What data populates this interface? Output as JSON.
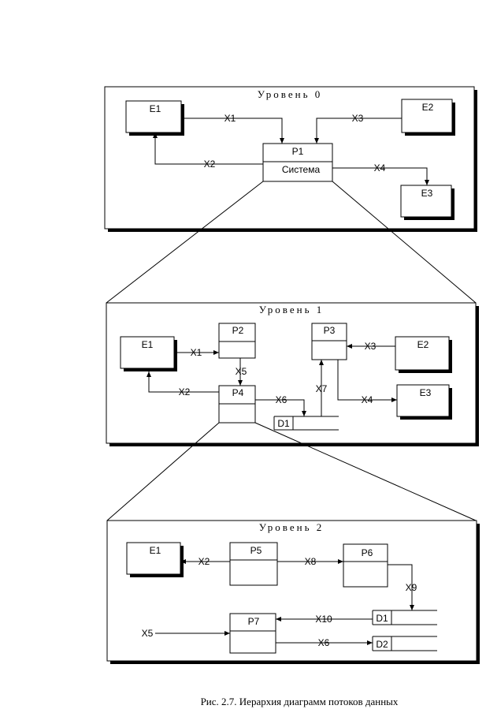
{
  "levels": {
    "l0": {
      "title": "Уровень 0",
      "entities": {
        "e1": "E1",
        "e2": "E2",
        "e3": "E3"
      },
      "process": {
        "id": "P1",
        "name": "Система"
      },
      "flows": {
        "x1": "X1",
        "x2": "X2",
        "x3": "X3",
        "x4": "X4"
      }
    },
    "l1": {
      "title": "Уровень 1",
      "entities": {
        "e1": "E1",
        "e2": "E2",
        "e3": "E3"
      },
      "processes": {
        "p2": "P2",
        "p3": "P3",
        "p4": "P4"
      },
      "store": "D1",
      "flows": {
        "x1": "X1",
        "x2": "X2",
        "x3": "X3",
        "x4": "X4",
        "x5": "X5",
        "x6": "X6",
        "x7": "X7"
      }
    },
    "l2": {
      "title": "Уровень 2",
      "entities": {
        "e1": "E1"
      },
      "processes": {
        "p5": "P5",
        "p6": "P6",
        "p7": "P7"
      },
      "stores": {
        "d1": "D1",
        "d2": "D2"
      },
      "flows": {
        "x2": "X2",
        "x5": "X5",
        "x6": "X6",
        "x8": "X8",
        "x9": "X9",
        "x10": "X10"
      }
    }
  },
  "caption": "Рис. 2.7. Иерархия диаграмм потоков данных"
}
